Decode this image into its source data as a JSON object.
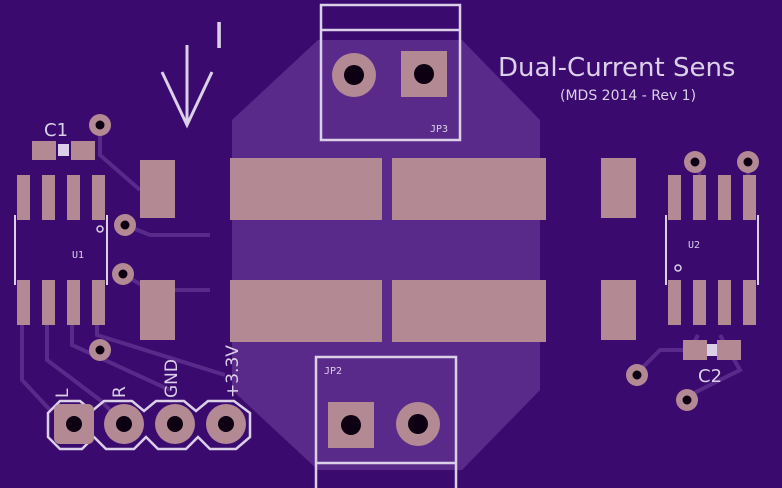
{
  "board": {
    "title": "Dual-Current Sens",
    "subtitle": "(MDS 2014 - Rev 1)",
    "current_symbol": "I",
    "colors": {
      "substrate": "#3a0a6e",
      "copper_pour": "#5a2a8a",
      "pad": "#b38a94",
      "silkscreen": "#dcd0e8",
      "drill": "#0d0012"
    }
  },
  "components": {
    "c1": "C1",
    "c2": "C2",
    "u1": "U1",
    "u2": "U2",
    "jp2": "JP2",
    "jp3": "JP3"
  },
  "header_pins": [
    "L",
    "R",
    "GND",
    "+3.3V"
  ]
}
